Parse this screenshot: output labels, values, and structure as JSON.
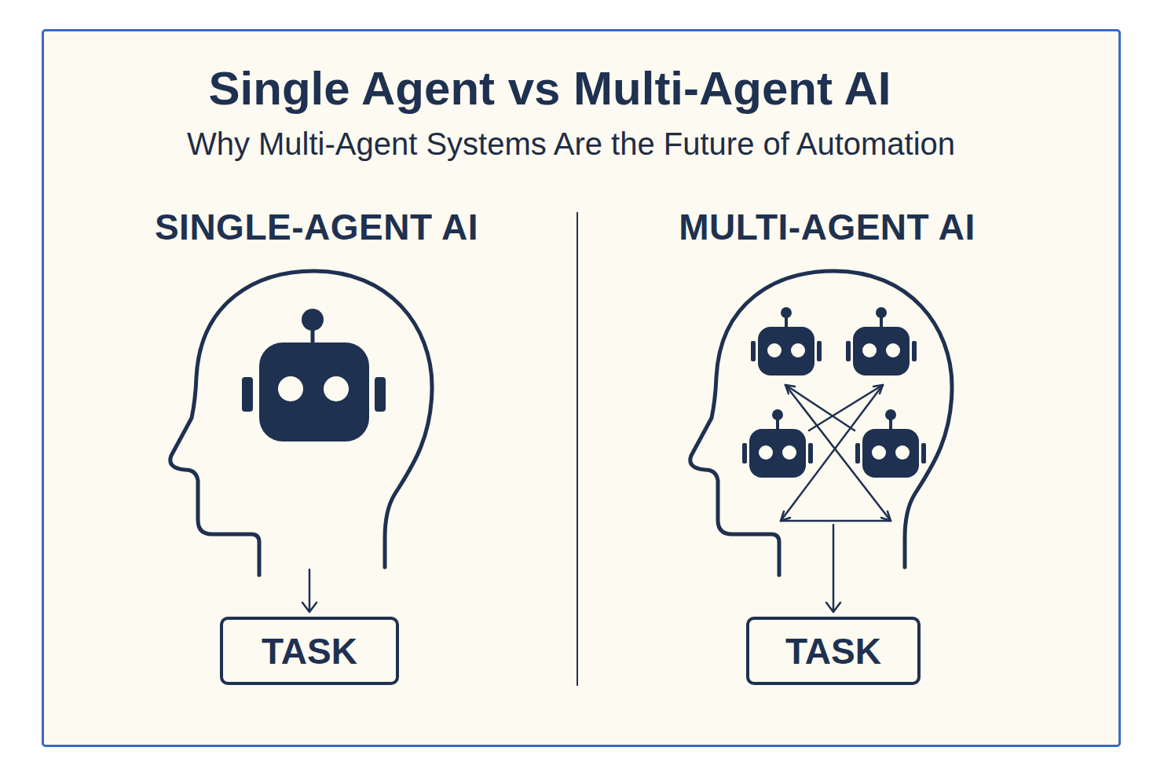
{
  "diagram": {
    "title": "Single Agent vs Multi-Agent AI",
    "nodes": [
      {
        "text": [
          "SINGLE-AGENT AI"
        ]
      },
      {
        "text": [
          "TASK"
        ]
      },
      {
        "text": [
          "MULTI-AGENT AI"
        ]
      },
      {
        "text": [
          "TASK"
        ]
      }
    ],
    "edges": [
      {
        "from": 0,
        "to": 1,
        "arrow": "to"
      },
      {
        "from": 2,
        "to": 3,
        "arrow": "to"
      }
    ],
    "labels": [
      "Why Multi-Agent Systems Are the Future of Automation"
    ]
  }
}
